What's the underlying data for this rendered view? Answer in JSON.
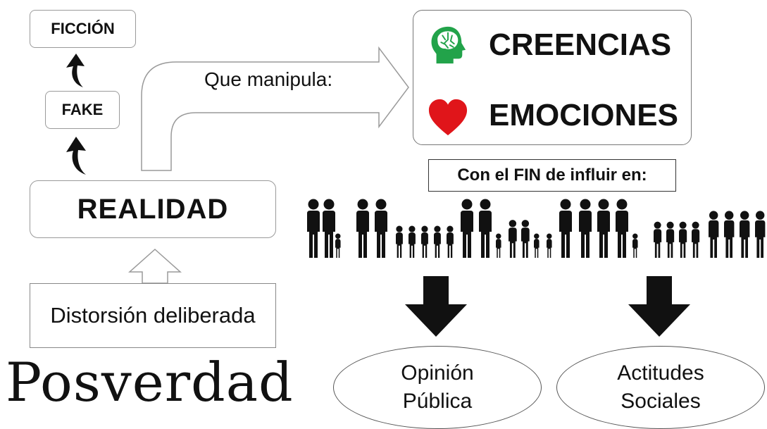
{
  "nodes": {
    "ficcion": "FICCIÓN",
    "fake": "FAKE",
    "realidad": "REALIDAD",
    "distorsion": "Distorsión deliberada",
    "manipula": "Que manipula:",
    "creencias": "CREENCIAS",
    "emociones": "EMOCIONES",
    "fin": "Con el FIN de influir en:",
    "opinion_line1": "Opinión",
    "opinion_line2": "Pública",
    "actitudes_line1": "Actitudes",
    "actitudes_line2": "Sociales",
    "title": "Posverdad"
  },
  "icons": {
    "brain": "brain-head-icon",
    "heart": "heart-icon",
    "crowd": "people-crowd-icon"
  },
  "colors": {
    "brain_green": "#22a34a",
    "heart_red": "#e0151a",
    "arrow_dark": "#111111"
  }
}
